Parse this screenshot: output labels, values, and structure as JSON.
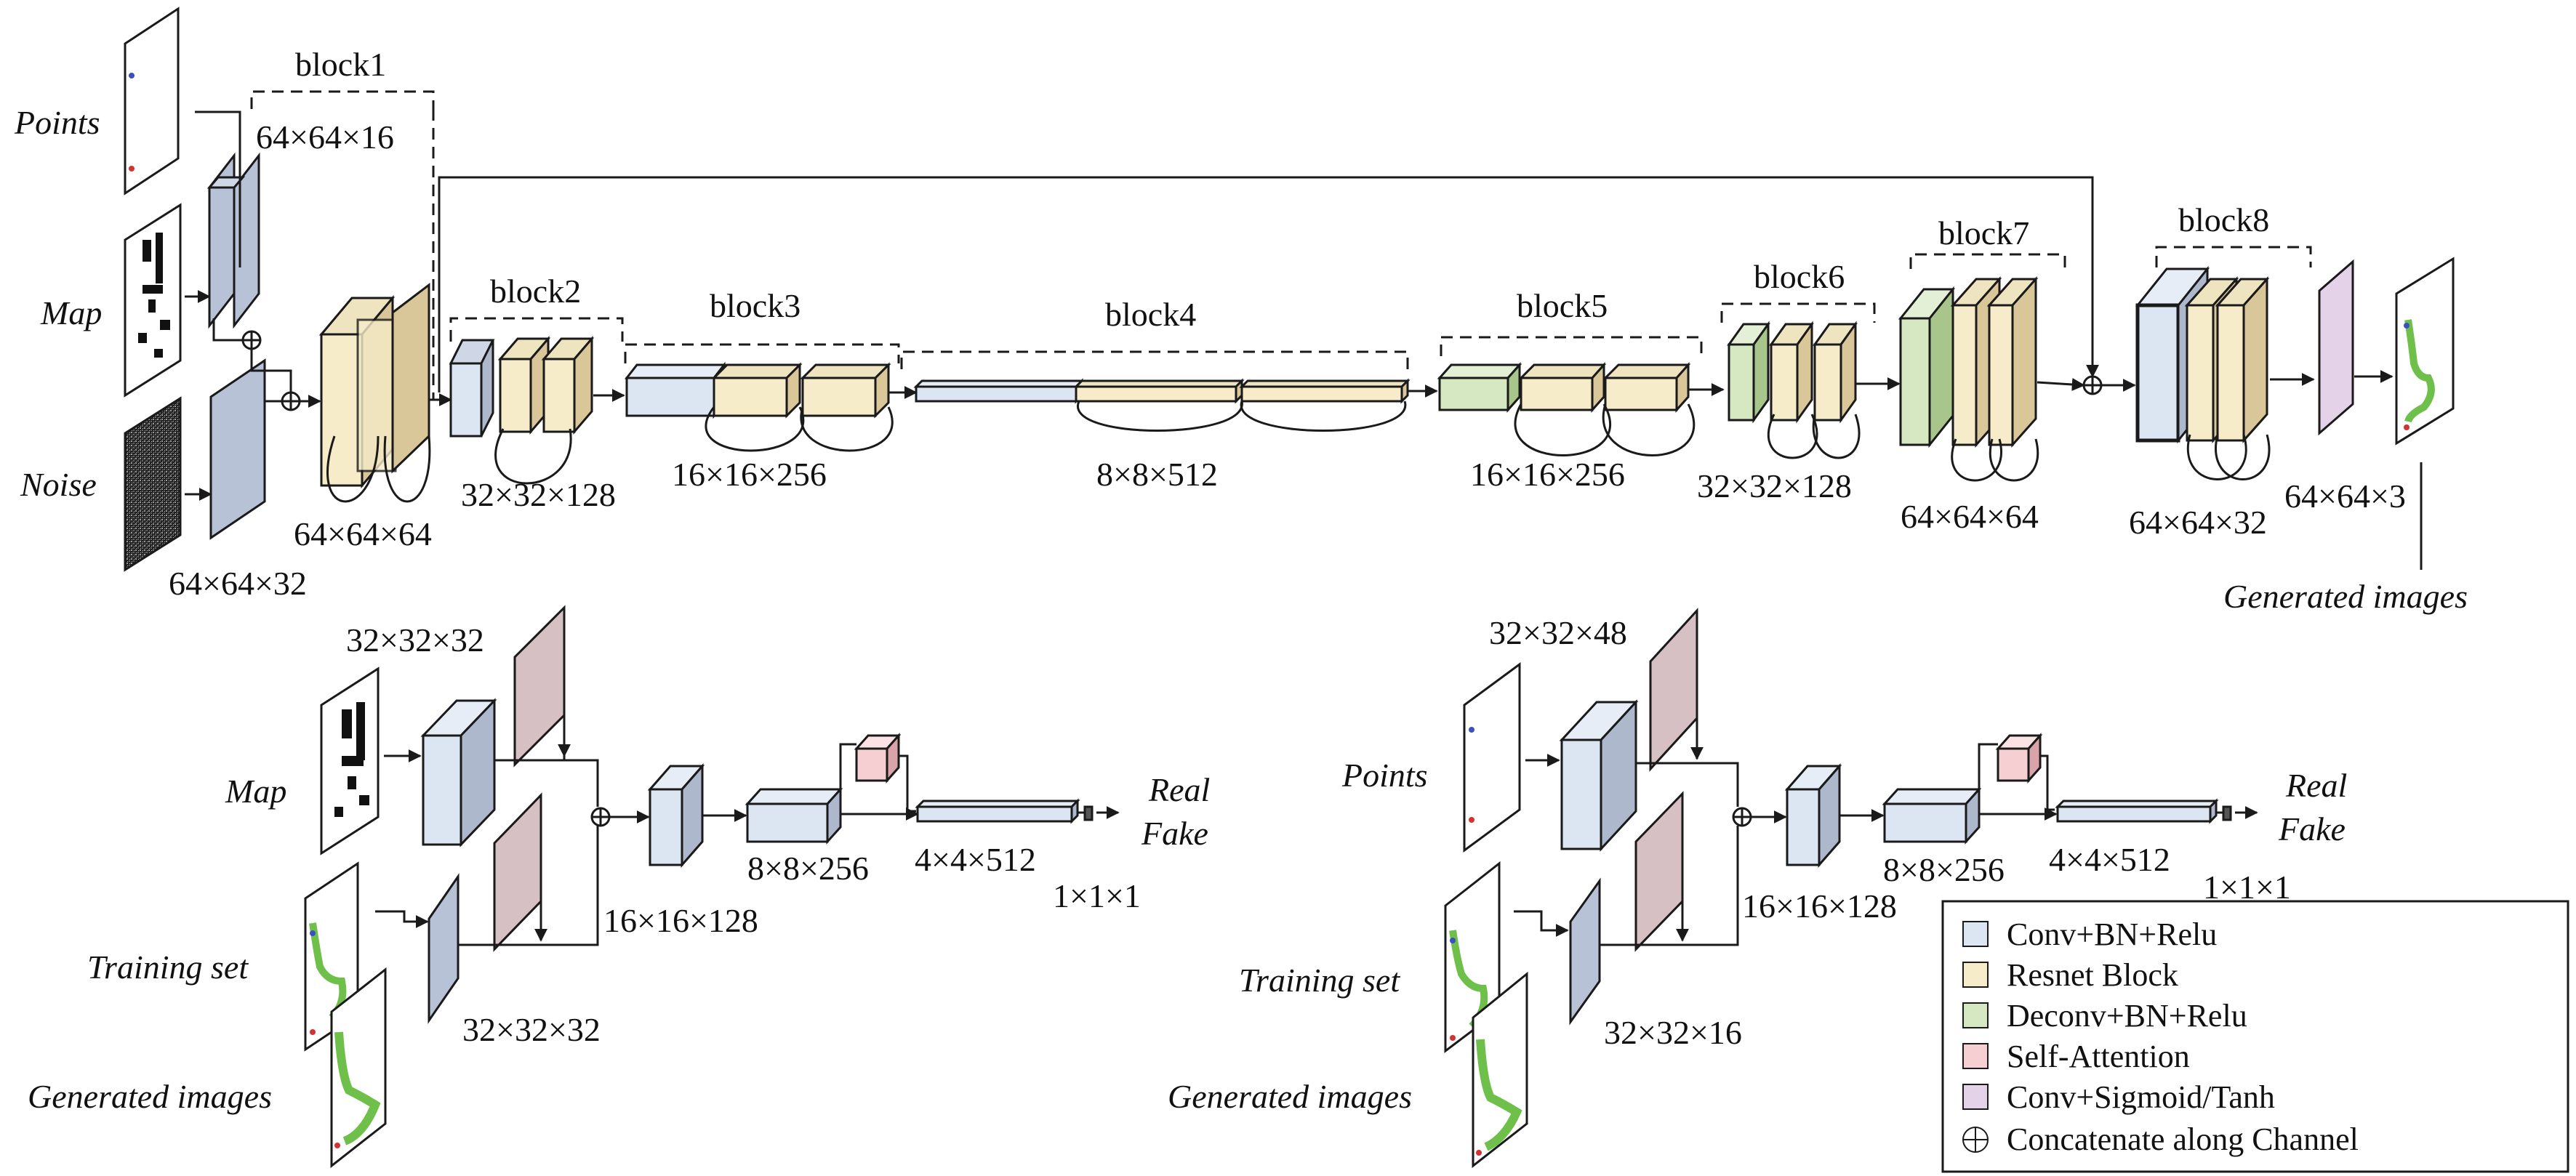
{
  "generator": {
    "inputs": {
      "points": "Points",
      "map": "Map",
      "noise": "Noise"
    },
    "blocks": {
      "block1": "block1",
      "block2": "block2",
      "block3": "block3",
      "block4": "block4",
      "block5": "block5",
      "block6": "block6",
      "block7": "block7",
      "block8": "block8"
    },
    "dims": {
      "b1_top": "64×64×16",
      "noise_conv": "64×64×32",
      "b1_out": "64×64×64",
      "b2": "32×32×128",
      "b3": "16×16×256",
      "b4": "8×8×512",
      "b5": "16×16×256",
      "b6": "32×32×128",
      "b7": "64×64×64",
      "b8": "64×64×32",
      "out": "64×64×3"
    },
    "output_label": "Generated images"
  },
  "disc_left": {
    "inputs": {
      "map": "Map",
      "training": "Training set",
      "generated": "Generated images"
    },
    "dims": {
      "top": "32×32×32",
      "bottom": "32×32×32",
      "mid": "16×16×128",
      "d2": "8×8×256",
      "d3": "4×4×512",
      "d4": "1×1×1"
    },
    "outputs": {
      "real": "Real",
      "fake": "Fake"
    }
  },
  "disc_right": {
    "inputs": {
      "points": "Points",
      "training": "Training set",
      "generated": "Generated images"
    },
    "dims": {
      "top": "32×32×48",
      "bottom": "32×32×16",
      "mid": "16×16×128",
      "d2": "8×8×256",
      "d3": "4×4×512",
      "d4": "1×1×1"
    },
    "outputs": {
      "real": "Real",
      "fake": "Fake"
    }
  },
  "legend": {
    "items": [
      {
        "label": "Conv+BN+Relu",
        "color": "#dce6f2"
      },
      {
        "label": "Resnet Block",
        "color": "#f6ecc9"
      },
      {
        "label": "Deconv+BN+Relu",
        "color": "#d6e8c2"
      },
      {
        "label": "Self-Attention",
        "color": "#f6cfd3"
      },
      {
        "label": "Conv+Sigmoid/Tanh",
        "color": "#e4d2e8"
      }
    ],
    "concat_label": "Concatenate along Channel"
  },
  "colors": {
    "conv": "#dce6f2",
    "conv_side": "#aeb8cc",
    "resnet": "#f6ecc9",
    "resnet_side": "#d9c79a",
    "deconv": "#d6e8c2",
    "deconv_side": "#a8c58c",
    "attention": "#f6cfd3",
    "attention_side": "#d8a3a9",
    "sigmoid": "#e4d2e8",
    "conv_dark": "#b8c2d6",
    "brown": "#d7c0c3",
    "green_thumb": "#6ec04a",
    "line": "#1a1a1a"
  }
}
